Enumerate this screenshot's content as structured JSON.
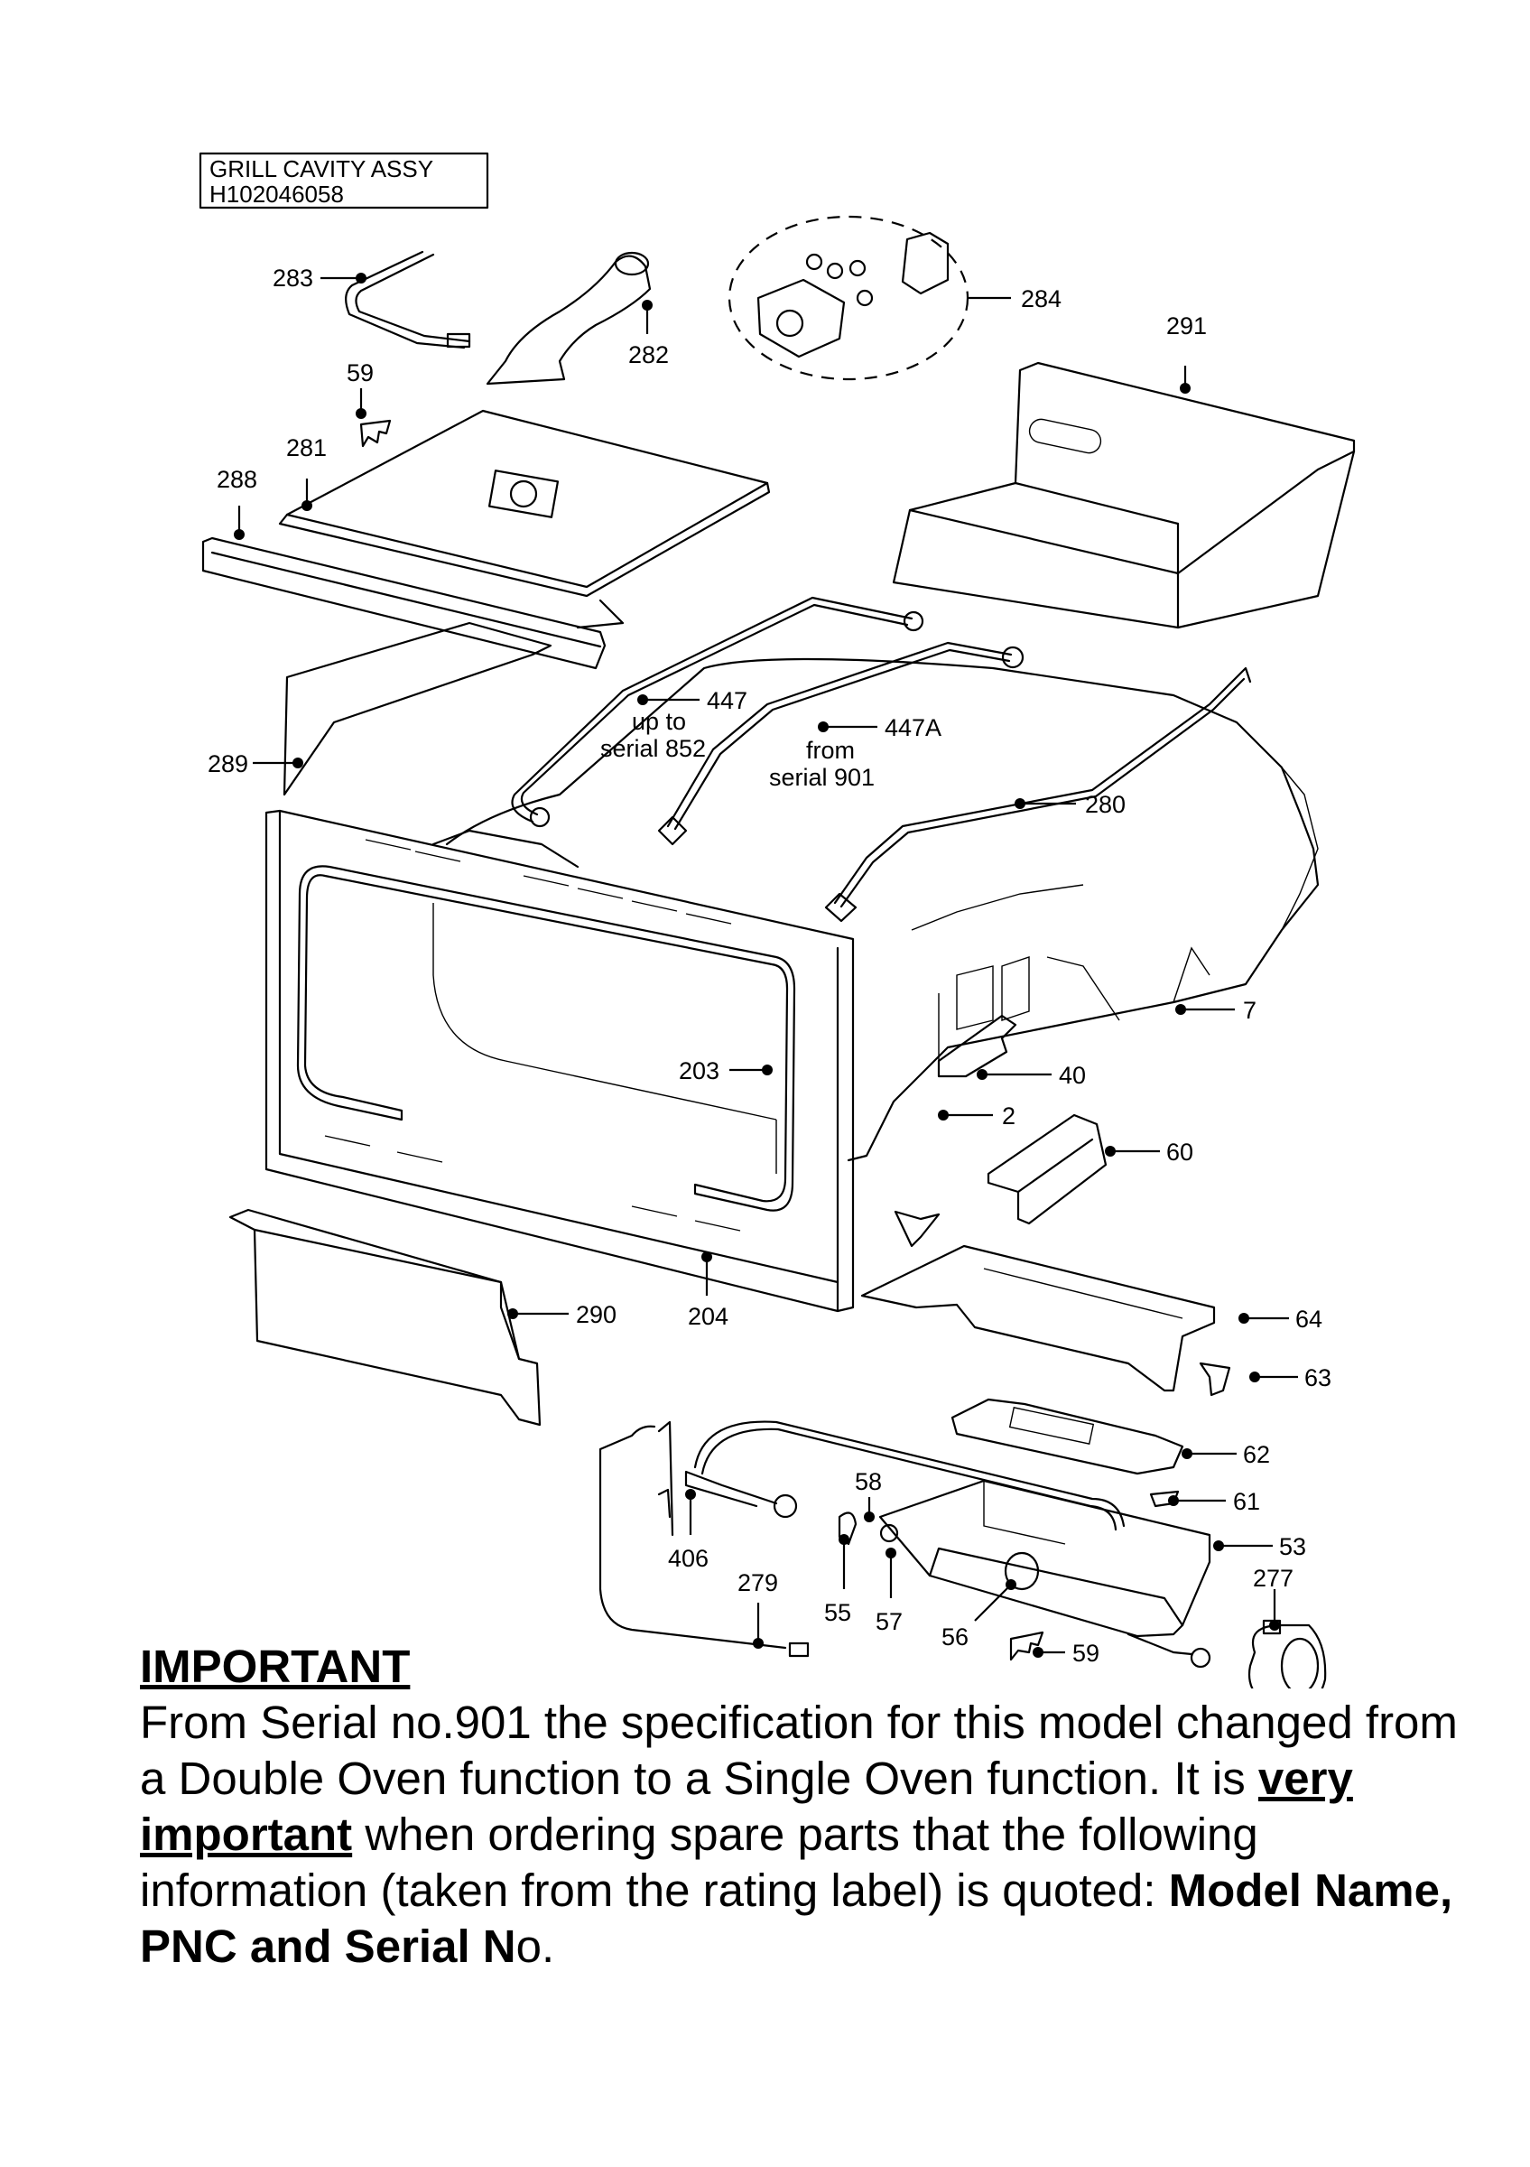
{
  "title_box": {
    "line1": "GRILL CAVITY ASSY",
    "line2": "H102046058"
  },
  "callouts": [
    {
      "id": "c283",
      "text": "283"
    },
    {
      "id": "c282",
      "text": "282"
    },
    {
      "id": "c284",
      "text": "284"
    },
    {
      "id": "c291",
      "text": "291"
    },
    {
      "id": "c59a",
      "text": "59"
    },
    {
      "id": "c281",
      "text": "281"
    },
    {
      "id": "c288",
      "text": "288"
    },
    {
      "id": "c447",
      "text": "447"
    },
    {
      "id": "c447a",
      "text": "447A"
    },
    {
      "id": "c289",
      "text": "289"
    },
    {
      "id": "c280",
      "text": "280"
    },
    {
      "id": "c7",
      "text": "7"
    },
    {
      "id": "c203",
      "text": "203"
    },
    {
      "id": "c40",
      "text": "40"
    },
    {
      "id": "c2",
      "text": "2"
    },
    {
      "id": "c60",
      "text": "60"
    },
    {
      "id": "c290",
      "text": "290"
    },
    {
      "id": "c204",
      "text": "204"
    },
    {
      "id": "c64",
      "text": "64"
    },
    {
      "id": "c63",
      "text": "63"
    },
    {
      "id": "c62",
      "text": "62"
    },
    {
      "id": "c58",
      "text": "58"
    },
    {
      "id": "c61",
      "text": "61"
    },
    {
      "id": "c53",
      "text": "53"
    },
    {
      "id": "c406",
      "text": "406"
    },
    {
      "id": "c279",
      "text": "279"
    },
    {
      "id": "c277",
      "text": "277"
    },
    {
      "id": "c55",
      "text": "55"
    },
    {
      "id": "c57",
      "text": "57"
    },
    {
      "id": "c56",
      "text": "56"
    },
    {
      "id": "c59b",
      "text": "59"
    }
  ],
  "notes": {
    "upto": "up to",
    "serial852": "serial 852",
    "from": "from",
    "serial901": "serial 901"
  },
  "notice": {
    "heading": "IMPORTANT",
    "p1": "From Serial no.901 the specification for this model changed from a Double Oven function to a Single Oven function.  It is ",
    "emph": "very important",
    "p2": " when ordering spare parts that the following information (taken from the rating label) is quoted: ",
    "bold": "Model Name, PNC and Serial N",
    "tail": "o."
  }
}
